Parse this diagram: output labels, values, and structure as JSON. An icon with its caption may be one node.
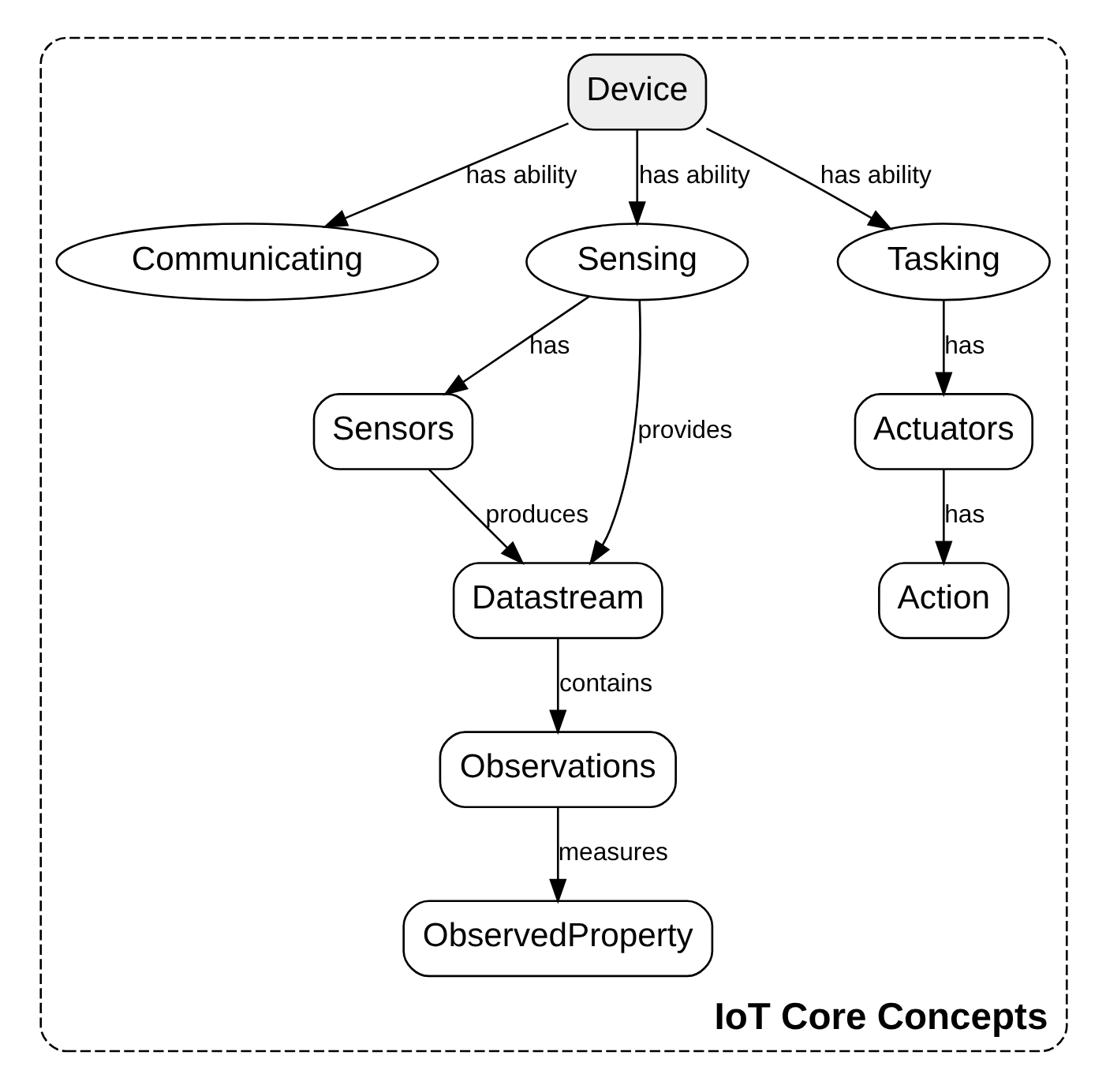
{
  "diagram": {
    "nodes": [
      {
        "text": [
          "IoT Core Concepts"
        ]
      },
      {
        "text": [
          "Communicating"
        ],
        "in": 0
      },
      {
        "text": [
          "Device"
        ],
        "in": 0
      },
      {
        "text": [
          "Sensing"
        ],
        "in": 0
      },
      {
        "text": [
          "Tasking"
        ],
        "in": 0
      },
      {
        "text": [
          "Sensors"
        ],
        "in": 0
      },
      {
        "text": [
          "Actuators"
        ],
        "in": 0
      },
      {
        "text": [
          "Datastream"
        ],
        "in": 0
      },
      {
        "text": [
          "Action"
        ],
        "in": 0
      },
      {
        "text": [
          "Observations"
        ],
        "in": 0
      },
      {
        "text": [
          "ObservedProperty"
        ],
        "in": 0
      }
    ],
    "edges": [
      {
        "from": 2,
        "to": 1,
        "arrow": "to",
        "label": "has ability"
      },
      {
        "from": 2,
        "to": 3,
        "arrow": "to",
        "label": "has ability"
      },
      {
        "from": 2,
        "to": 4,
        "arrow": "to",
        "label": "has ability"
      },
      {
        "from": 3,
        "to": 5,
        "arrow": "to",
        "label": "has"
      },
      {
        "from": 4,
        "to": 6,
        "arrow": "to",
        "label": "has"
      },
      {
        "from": 5,
        "to": 7,
        "arrow": "to",
        "label": "produces"
      },
      {
        "from": 3,
        "to": 7,
        "arrow": "to",
        "label": "provides"
      },
      {
        "from": 6,
        "to": 8,
        "arrow": "to",
        "label": "has"
      },
      {
        "from": 7,
        "to": 9,
        "arrow": "to",
        "label": "contains"
      },
      {
        "from": 9,
        "to": 10,
        "arrow": "to",
        "label": "measures"
      }
    ]
  }
}
